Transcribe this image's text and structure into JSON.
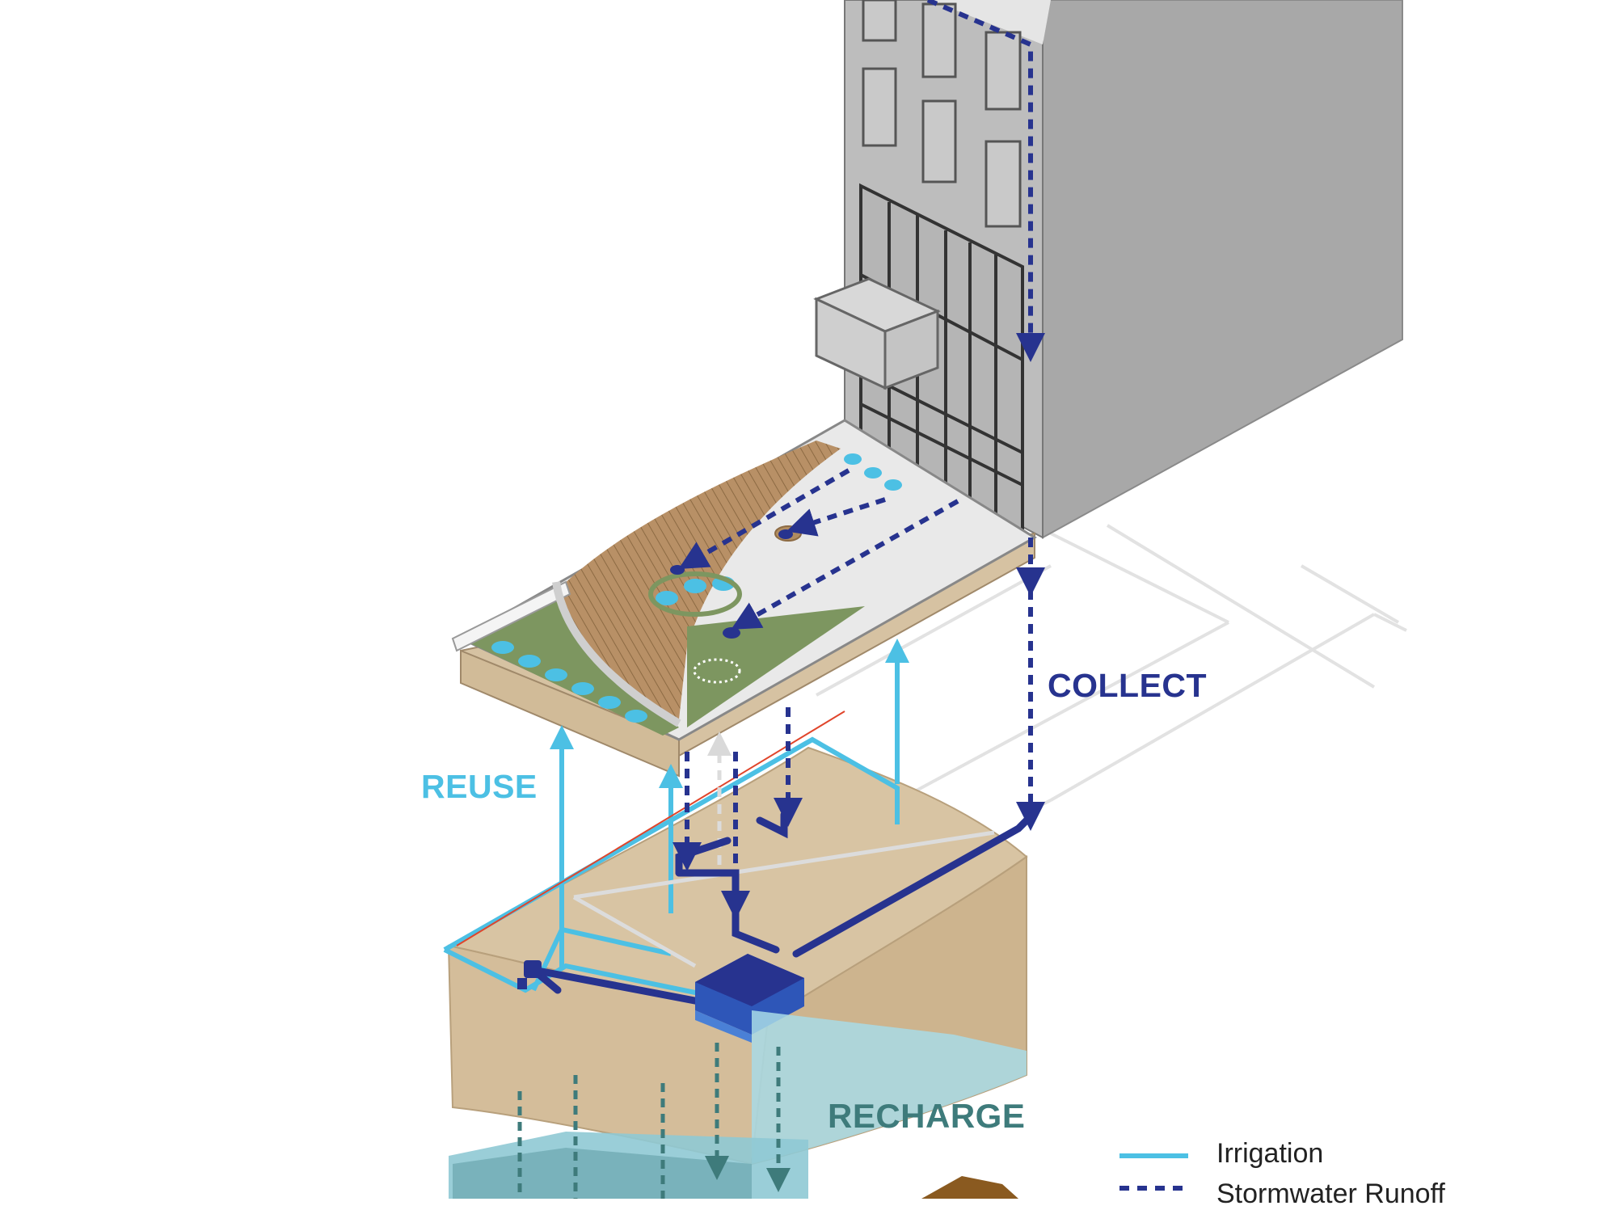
{
  "labels": {
    "collect": "COLLECT",
    "reuse": "REUSE",
    "recharge": "RECHARGE"
  },
  "legend": {
    "irrigation": "Irrigation",
    "stormwater": "Stormwater Runoff"
  },
  "colors": {
    "collect": "#27338f",
    "reuse": "#4cc0e4",
    "recharge": "#3e7b7b",
    "building_front": "#bdbdbd",
    "building_side": "#a8a8a8",
    "soil": "#d6c2a2",
    "water": "#a8dbe6",
    "grass": "#7d9660",
    "wood": "#b08c60",
    "paving": "#e9e9e9",
    "cistern": "#2e56b8",
    "red_line": "#e0452b"
  }
}
